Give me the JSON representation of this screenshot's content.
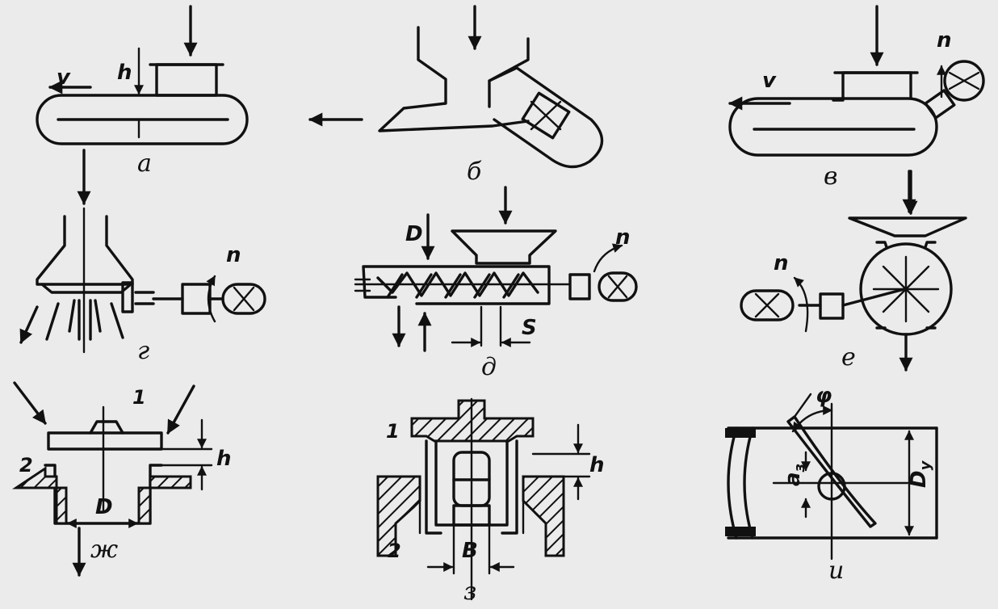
{
  "panels": {
    "a": {
      "caption": "а",
      "speed": "v",
      "height": "h"
    },
    "b": {
      "caption": "б"
    },
    "v": {
      "caption": "в",
      "speed": "v",
      "rotation": "n"
    },
    "g": {
      "caption": "г",
      "rotation": "n"
    },
    "d": {
      "caption": "д",
      "diameter": "D",
      "rotation": "n",
      "pitch": "S"
    },
    "e": {
      "caption": "е",
      "rotation": "n"
    },
    "zh": {
      "caption": "ж",
      "part1": "1",
      "part2": "2",
      "height": "h",
      "diameter": "D"
    },
    "z": {
      "caption": "з",
      "part1": "1",
      "part2": "2",
      "height": "h",
      "width": "B"
    },
    "i": {
      "caption": "и",
      "angle": "φ",
      "gap": "a",
      "gap_sub": "з",
      "nominal_diameter": "D",
      "nominal_sub": "у"
    }
  }
}
